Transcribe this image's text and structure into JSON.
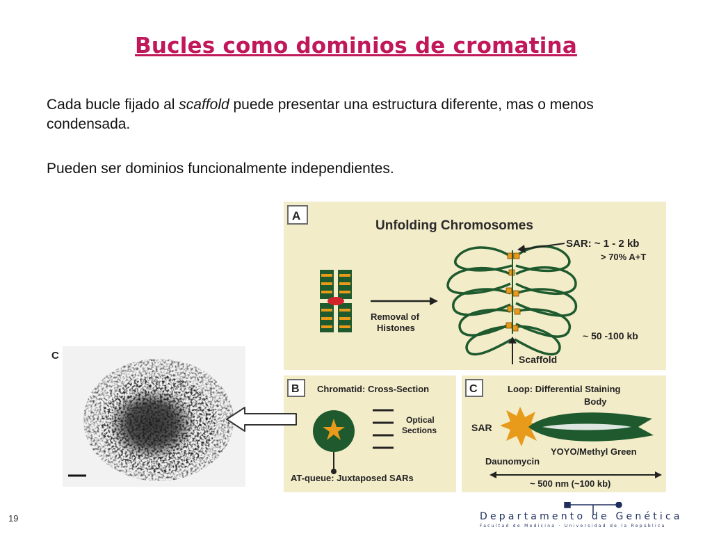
{
  "title": "Bucles como dominios de cromatina",
  "paragraph1": {
    "before": "Cada bucle fijado al ",
    "italic": "scaffold",
    "after": " puede presentar una estructura diferente, mas o menos condensada."
  },
  "paragraph2": "Pueden ser dominios funcionalmente independientes.",
  "figure": {
    "panel_a": {
      "letter": "A",
      "title": "Unfolding Chromosomes",
      "sar_label": "SAR: ~ 1 - 2 kb",
      "sar_sub": "> 70% A+T",
      "removal_line1": "Removal of",
      "removal_line2": "Histones",
      "loop_size": "~ 50 -100 kb",
      "scaffold": "Scaffold"
    },
    "panel_b": {
      "letter": "B",
      "title": "Chromatid: Cross-Section",
      "optical1": "Optical",
      "optical2": "Sections",
      "at_queue": "AT-queue:  Juxtaposed SARs"
    },
    "panel_c": {
      "letter": "C",
      "loop_line1": "Loop:  Differential Staining",
      "loop_line2": "Body",
      "sar": "SAR",
      "yoyo": "YOYO/Methyl Green",
      "daunomycin": "Daunomycin",
      "size": "~ 500 nm  (~100 kb)"
    }
  },
  "micrograph": {
    "letter": "C"
  },
  "slide_number": "19",
  "department": {
    "name": "Departamento de Genética",
    "sub": "Facultad de Medicina · Universidad de la República"
  },
  "colors": {
    "title": "#c0185a",
    "panel_bg": "#f3ecc9",
    "loop_green": "#1e5a2e",
    "sar_orange": "#e89a1a"
  }
}
